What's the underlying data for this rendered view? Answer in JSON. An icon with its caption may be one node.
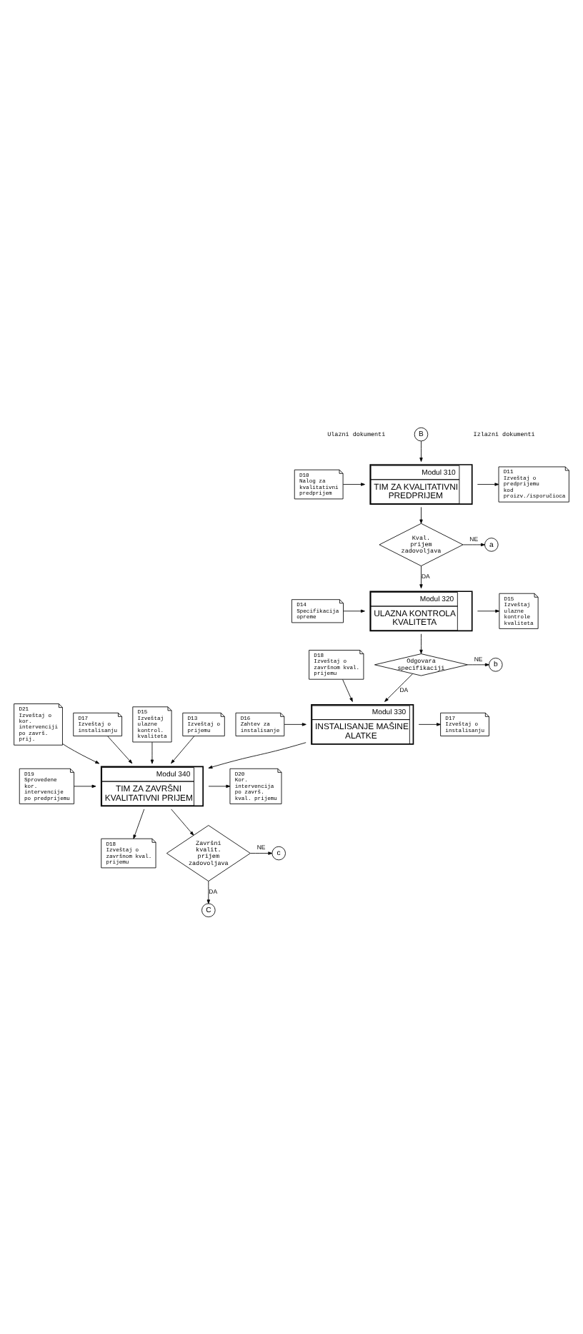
{
  "diagram": {
    "nodes": [
      {
        "text": [
          "B"
        ]
      },
      {
        "text": [
          "D10",
          "Nalog za kvalitativni predprijem"
        ]
      },
      {
        "text": [
          "Modul 310",
          "TIM ZA KVALITATIVNI PREDPRIJEM"
        ]
      },
      {
        "text": [
          "D11",
          "Izveštaj o predprijemu kod proizv./isporučioca"
        ]
      },
      {
        "text": [
          "Kval. prijem zadovoljava"
        ]
      },
      {
        "text": [
          "a"
        ]
      },
      {
        "text": [
          "D14",
          "Specifikacija opreme"
        ]
      },
      {
        "text": [
          "Modul 320",
          "ULAZNA KONTROLA KVALITETA"
        ]
      },
      {
        "text": [
          "D15",
          "Izveštaj ulazne kontrole kvaliteta"
        ]
      },
      {
        "text": [
          "Odgovara specifikaciji"
        ]
      },
      {
        "text": [
          "b"
        ]
      },
      {
        "text": [
          "D16",
          "Zahtev za instalisanje"
        ]
      },
      {
        "text": [
          "D18",
          "Izveštaj o završnom kval. prijemu"
        ]
      },
      {
        "text": [
          "Modul 330",
          "INSTALISANJE MAŠINE ALATKE"
        ]
      },
      {
        "text": [
          "D17",
          "Izveštaj o instalisanju"
        ]
      },
      {
        "text": [
          "D21",
          "Izveštaj o kor. intervenciji po završ. prij."
        ]
      },
      {
        "text": [
          "D19",
          "Sprovedene kor. intervencije po predprijemu"
        ]
      },
      {
        "text": [
          "D17",
          "Izveštaj o instalisanju"
        ]
      },
      {
        "text": [
          "D15",
          "Izveštaj ulazne kontrol. kvaliteta"
        ]
      },
      {
        "text": [
          "D13",
          "Izveštaj o prijemu"
        ]
      },
      {
        "text": [
          "Modul 340",
          "TIM ZA ZAVRŠNI KVALITATIVNI PRIJEM"
        ]
      },
      {
        "text": [
          "D20",
          "Kor. intervencija po završ. kval. prijemu"
        ]
      },
      {
        "text": [
          "D18",
          "Izveštaj o završnom kval. prijemu"
        ]
      },
      {
        "text": [
          "Završni kvalit. prijem zadovoljava"
        ]
      },
      {
        "text": [
          "c"
        ]
      },
      {
        "text": [
          "C"
        ]
      }
    ],
    "edges": [
      {
        "from": 0,
        "to": 2,
        "arrow": "to"
      },
      {
        "from": 1,
        "to": 2,
        "arrow": "to"
      },
      {
        "from": 2,
        "to": 3,
        "arrow": "to"
      },
      {
        "from": 2,
        "to": 4,
        "arrow": "to"
      },
      {
        "from": 4,
        "to": 5,
        "arrow": "to",
        "label": "NE"
      },
      {
        "from": 4,
        "to": 7,
        "arrow": "to",
        "label": "DA"
      },
      {
        "from": 6,
        "to": 7,
        "arrow": "to"
      },
      {
        "from": 7,
        "to": 8,
        "arrow": "to"
      },
      {
        "from": 7,
        "to": 9,
        "arrow": "to"
      },
      {
        "from": 9,
        "to": 10,
        "arrow": "to",
        "label": "NE"
      },
      {
        "from": 9,
        "to": 13,
        "arrow": "to",
        "label": "DA"
      },
      {
        "from": 11,
        "to": 13,
        "arrow": "to"
      },
      {
        "from": 12,
        "to": 13,
        "arrow": "to"
      },
      {
        "from": 13,
        "to": 14,
        "arrow": "to"
      },
      {
        "from": 13,
        "to": 20,
        "arrow": "to"
      },
      {
        "from": 15,
        "to": 20,
        "arrow": "to"
      },
      {
        "from": 16,
        "to": 20,
        "arrow": "to"
      },
      {
        "from": 17,
        "to": 20,
        "arrow": "to"
      },
      {
        "from": 18,
        "to": 20,
        "arrow": "to"
      },
      {
        "from": 19,
        "to": 20,
        "arrow": "to"
      },
      {
        "from": 20,
        "to": 21,
        "arrow": "to"
      },
      {
        "from": 20,
        "to": 22,
        "arrow": "to"
      },
      {
        "from": 20,
        "to": 23,
        "arrow": "to"
      },
      {
        "from": 23,
        "to": 24,
        "arrow": "to",
        "label": "NE"
      },
      {
        "from": 23,
        "to": 25,
        "arrow": "to",
        "label": "DA"
      }
    ],
    "labels": [
      "Ulazni dokumenti",
      "Izlazni dokumenti"
    ]
  }
}
